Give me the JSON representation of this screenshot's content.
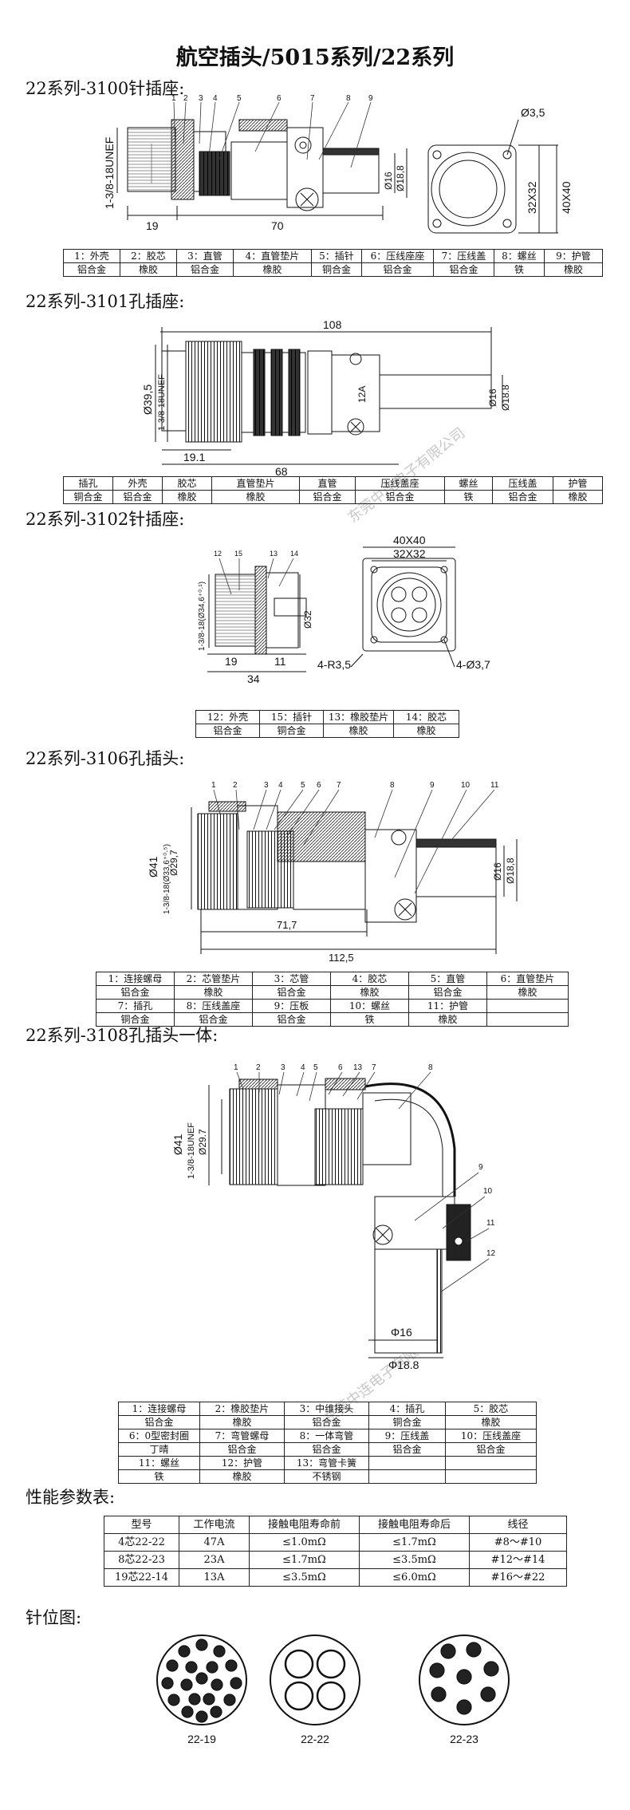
{
  "title": "航空插头/5015系列/22系列",
  "sections": {
    "s3100": "22系列-3100针插座:",
    "s3101": "22系列-3101孔插座:",
    "s3102": "22系列-3102针插座:",
    "s3106": "22系列-3106孔插头:",
    "s3108": "22系列-3108孔插头一体:",
    "perf": "性能参数表:",
    "pins": "针位图:"
  },
  "dims": {
    "d3100": {
      "thread": "1-3/8-18UNEF",
      "len19": "19",
      "len70": "70",
      "d16": "Ø16",
      "d188": "Ø18,8",
      "hole": "Ø3,5",
      "sq32": "32X32",
      "sq40": "40X40"
    },
    "d3101": {
      "len108": "108",
      "d395": "Ø39,5",
      "thread": "1-3/8-18UNEF",
      "len191": "19.1",
      "len68": "68",
      "d16": "Ø16",
      "d188": "Ø18.8",
      "mark12a": "12A"
    },
    "d3102": {
      "thread": "1-3/8-18(Ø34,6⁺⁰·¹)",
      "d32": "Ø32",
      "len19": "19",
      "len11": "11",
      "len34": "34",
      "sq40": "40X40",
      "sq32": "32X32",
      "r35": "4-R3,5",
      "h37": "4-Ø3,7"
    },
    "d3106": {
      "d41": "Ø41",
      "d297": "Ø29,7",
      "thread": "1-3/8-18(Ø33,6⁺⁰·⁵)",
      "len717": "71,7",
      "len1125": "112,5",
      "d16": "Ø16",
      "d188": "Ø18,8"
    },
    "d3108": {
      "d41": "Ø41",
      "d297": "Ø29.7",
      "thread": "1-3/8-18UNEF",
      "d16": "Φ16",
      "d188": "Φ18.8"
    }
  },
  "callouts": {
    "c3100": [
      "1",
      "2",
      "3",
      "4",
      "5",
      "6",
      "7",
      "8",
      "9"
    ],
    "c3102": [
      "12",
      "15",
      "13",
      "14"
    ],
    "c3106": [
      "1",
      "2",
      "3",
      "4",
      "5",
      "6",
      "7",
      "8",
      "9",
      "10",
      "11"
    ],
    "c3108": [
      "1",
      "2",
      "3",
      "4",
      "5",
      "6",
      "13",
      "7",
      "8",
      "9",
      "10",
      "11",
      "12"
    ]
  },
  "parts": {
    "t3100": [
      [
        "1：外壳",
        "2：胶芯",
        "3：直管",
        "4：直管垫片",
        "5：插针",
        "6：压线座座",
        "7：压线盖",
        "8：螺丝",
        "9：护管"
      ],
      [
        "铝合金",
        "橡胶",
        "铝合金",
        "橡胶",
        "铜合金",
        "铝合金",
        "铝合金",
        "铁",
        "橡胶"
      ]
    ],
    "t3101": [
      [
        "插孔",
        "外壳",
        "胶芯",
        "直管垫片",
        "直管",
        "压线盖座",
        "螺丝",
        "压线盖",
        "护管"
      ],
      [
        "铜合金",
        "铝合金",
        "橡胶",
        "橡胶",
        "铝合金",
        "铝合金",
        "铁",
        "铝合金",
        "橡胶"
      ]
    ],
    "t3102": [
      [
        "12：外壳",
        "15：插针",
        "13：橡胶垫片",
        "14：胶芯"
      ],
      [
        "铝合金",
        "铜合金",
        "橡胶",
        "橡胶"
      ]
    ],
    "t3106": [
      [
        "1：连接螺母",
        "2：芯管垫片",
        "3：芯管",
        "4：胶芯",
        "5：直管",
        "6：直管垫片"
      ],
      [
        "铝合金",
        "橡胶",
        "铝合金",
        "橡胶",
        "铝合金",
        "橡胶"
      ],
      [
        "7：插孔",
        "8：压线盖座",
        "9：压板",
        "10：螺丝",
        "11：护管",
        ""
      ],
      [
        "铜合金",
        "铝合金",
        "铝合金",
        "铁",
        "橡胶",
        ""
      ]
    ],
    "t3108": [
      [
        "1：连接螺母",
        "2：橡胶垫片",
        "3：中维接头",
        "4：插孔",
        "5：胶芯"
      ],
      [
        "铝合金",
        "橡胶",
        "铝合金",
        "铜合金",
        "橡胶"
      ],
      [
        "6：0型密封圈",
        "7：弯管螺母",
        "8：一体弯管",
        "9：压线盖",
        "10：压线盖座"
      ],
      [
        "丁晴",
        "铝合金",
        "铝合金",
        "铝合金",
        "铝合金"
      ],
      [
        "11：螺丝",
        "12：护管",
        "13：弯管卡簧",
        "",
        ""
      ],
      [
        "铁",
        "橡胶",
        "不锈钢",
        "",
        ""
      ]
    ]
  },
  "perf_table": {
    "headers": [
      "型号",
      "工作电流",
      "接触电阻寿命前",
      "接触电阻寿命后",
      "线径"
    ],
    "rows": [
      [
        "4芯22-22",
        "47A",
        "≤1.0mΩ",
        "≤1.7mΩ",
        "#8～#10"
      ],
      [
        "8芯22-23",
        "23A",
        "≤1.7mΩ",
        "≤3.5mΩ",
        "#12～#14"
      ],
      [
        "19芯22-14",
        "13A",
        "≤3.5mΩ",
        "≤6.0mΩ",
        "#16～#22"
      ]
    ]
  },
  "pinmaps": [
    {
      "label": "22-19",
      "pins": 19
    },
    {
      "label": "22-22",
      "pins": 4
    },
    {
      "label": "22-23",
      "pins": 8
    }
  ],
  "watermark": "东莞中连电子有限公司"
}
